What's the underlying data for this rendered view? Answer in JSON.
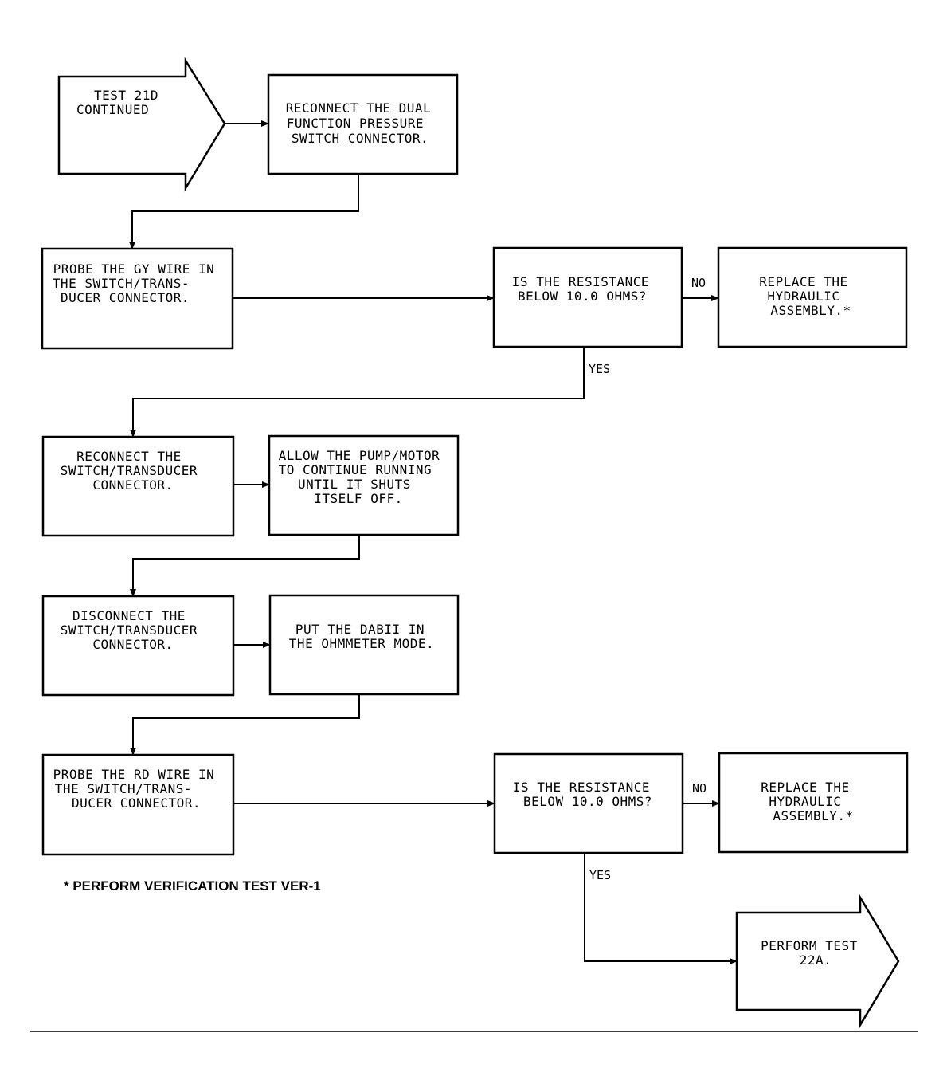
{
  "nodes": {
    "start": {
      "lines": [
        "TEST 21D",
        "CONTINUED"
      ]
    },
    "reconnect_dual": {
      "lines": [
        "RECONNECT THE DUAL",
        "FUNCTION PRESSURE",
        "SWITCH CONNECTOR."
      ]
    },
    "probe_gy": {
      "lines": [
        "PROBE THE GY WIRE IN",
        "THE SWITCH/TRANS-",
        "DUCER CONNECTOR."
      ]
    },
    "decision_1": {
      "lines": [
        "IS THE RESISTANCE",
        "BELOW 10.0 OHMS?"
      ]
    },
    "replace_1": {
      "lines": [
        "REPLACE THE",
        "HYDRAULIC",
        "ASSEMBLY.*"
      ]
    },
    "reconnect_switch": {
      "lines": [
        "RECONNECT THE",
        "SWITCH/TRANSDUCER",
        "CONNECTOR."
      ]
    },
    "allow_pump": {
      "lines": [
        "ALLOW THE PUMP/MOTOR",
        "TO CONTINUE RUNNING",
        "UNTIL IT SHUTS",
        "ITSELF OFF."
      ]
    },
    "disconnect_switch": {
      "lines": [
        "DISCONNECT THE",
        "SWITCH/TRANSDUCER",
        "CONNECTOR."
      ]
    },
    "ohmmeter": {
      "lines": [
        "PUT THE DABII IN",
        "THE OHMMETER MODE."
      ]
    },
    "probe_rd": {
      "lines": [
        "PROBE THE RD WIRE IN",
        "THE SWITCH/TRANS-",
        "DUCER CONNECTOR."
      ]
    },
    "decision_2": {
      "lines": [
        "IS THE RESISTANCE",
        "BELOW 10.0 OHMS?"
      ]
    },
    "replace_2": {
      "lines": [
        "REPLACE THE",
        "HYDRAULIC",
        "ASSEMBLY.*"
      ]
    },
    "perform_22a": {
      "lines": [
        "PERFORM TEST",
        "22A."
      ]
    }
  },
  "edge_labels": {
    "no_1": "NO",
    "yes_1": "YES",
    "no_2": "NO",
    "yes_2": "YES"
  },
  "footnote": "* PERFORM VERIFICATION TEST VER-1"
}
